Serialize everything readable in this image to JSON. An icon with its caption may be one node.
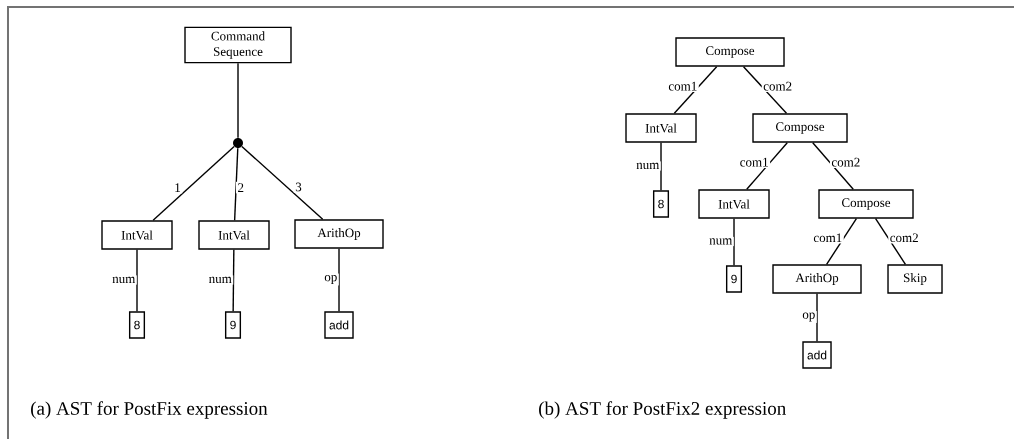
{
  "diagram": {
    "nodes": [
      {
        "text": [
          "Command Sequence"
        ]
      },
      {
        "text": [],
        "shape": "circle"
      },
      {
        "text": [
          "IntVal"
        ]
      },
      {
        "text": [
          "IntVal"
        ]
      },
      {
        "text": [
          "ArithOp"
        ]
      },
      {
        "text": [
          "8"
        ]
      },
      {
        "text": [
          "9"
        ]
      },
      {
        "text": [
          "add"
        ]
      },
      {
        "text": [
          "Compose"
        ]
      },
      {
        "text": [
          "IntVal"
        ]
      },
      {
        "text": [
          "Compose"
        ]
      },
      {
        "text": [
          "8"
        ]
      },
      {
        "text": [
          "IntVal"
        ]
      },
      {
        "text": [
          "Compose"
        ]
      },
      {
        "text": [
          "9"
        ]
      },
      {
        "text": [
          "ArithOp"
        ]
      },
      {
        "text": [
          "Skip"
        ]
      },
      {
        "text": [
          "add"
        ]
      }
    ],
    "edges": [
      {
        "from": 0,
        "to": 1,
        "arrow": "none"
      },
      {
        "from": 1,
        "to": 2,
        "arrow": "none",
        "label": "1"
      },
      {
        "from": 1,
        "to": 3,
        "arrow": "none",
        "label": "2"
      },
      {
        "from": 1,
        "to": 4,
        "arrow": "none",
        "label": "3"
      },
      {
        "from": 2,
        "to": 5,
        "arrow": "none",
        "label": "num"
      },
      {
        "from": 3,
        "to": 6,
        "arrow": "none",
        "label": "num"
      },
      {
        "from": 4,
        "to": 7,
        "arrow": "none",
        "label": "op"
      },
      {
        "from": 8,
        "to": 9,
        "arrow": "none",
        "label": "com1"
      },
      {
        "from": 8,
        "to": 10,
        "arrow": "none",
        "label": "com2"
      },
      {
        "from": 9,
        "to": 11,
        "arrow": "none",
        "label": "num"
      },
      {
        "from": 10,
        "to": 12,
        "arrow": "none",
        "label": "com1"
      },
      {
        "from": 10,
        "to": 13,
        "arrow": "none",
        "label": "com2"
      },
      {
        "from": 12,
        "to": 14,
        "arrow": "none",
        "label": "num"
      },
      {
        "from": 13,
        "to": 15,
        "arrow": "none",
        "label": "com1"
      },
      {
        "from": 13,
        "to": 16,
        "arrow": "none",
        "label": "com2"
      },
      {
        "from": 15,
        "to": 17,
        "arrow": "none",
        "label": "op"
      }
    ],
    "labels": [
      "(a) AST for PostFix expression",
      "(b) AST for PostFix2 expression"
    ]
  }
}
